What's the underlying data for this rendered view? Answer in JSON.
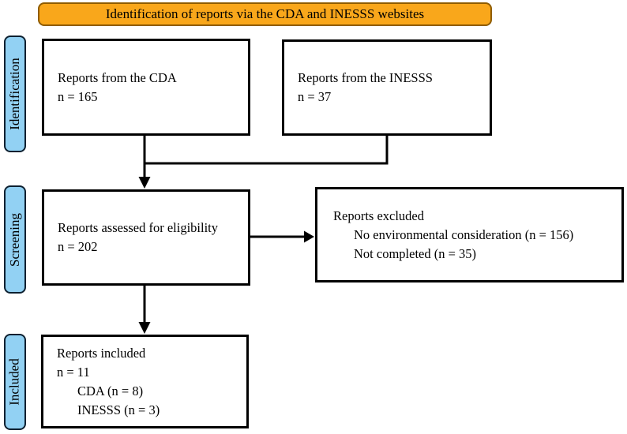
{
  "title_banner": {
    "label": "Identification of reports via the CDA and INESSS websites"
  },
  "stage_labels": {
    "identification": "Identification",
    "screening": "Screening",
    "included": "Included"
  },
  "boxes": {
    "cda": {
      "line1": "Reports from the CDA",
      "line2": "n = 165"
    },
    "inesss": {
      "line1": "Reports from the INESSS",
      "line2": "n = 37"
    },
    "assessed": {
      "line1": "Reports assessed for eligibility",
      "line2": "n = 202"
    },
    "excluded": {
      "line1": "Reports excluded",
      "line2": "No environmental consideration (n = 156)",
      "line3": "Not completed (n = 35)"
    },
    "included": {
      "line1": "Reports included",
      "line2": "n = 11",
      "line3": "CDA (n = 8)",
      "line4": "INESSS (n = 3)"
    }
  },
  "colors": {
    "banner_fill": "#F9A71B",
    "banner_border": "#8F5C00",
    "stage_fill": "#92D1F3",
    "stage_border": "#0D2030",
    "box_border": "#000000",
    "arrow": "#000000",
    "background": "#FFFFFF"
  }
}
